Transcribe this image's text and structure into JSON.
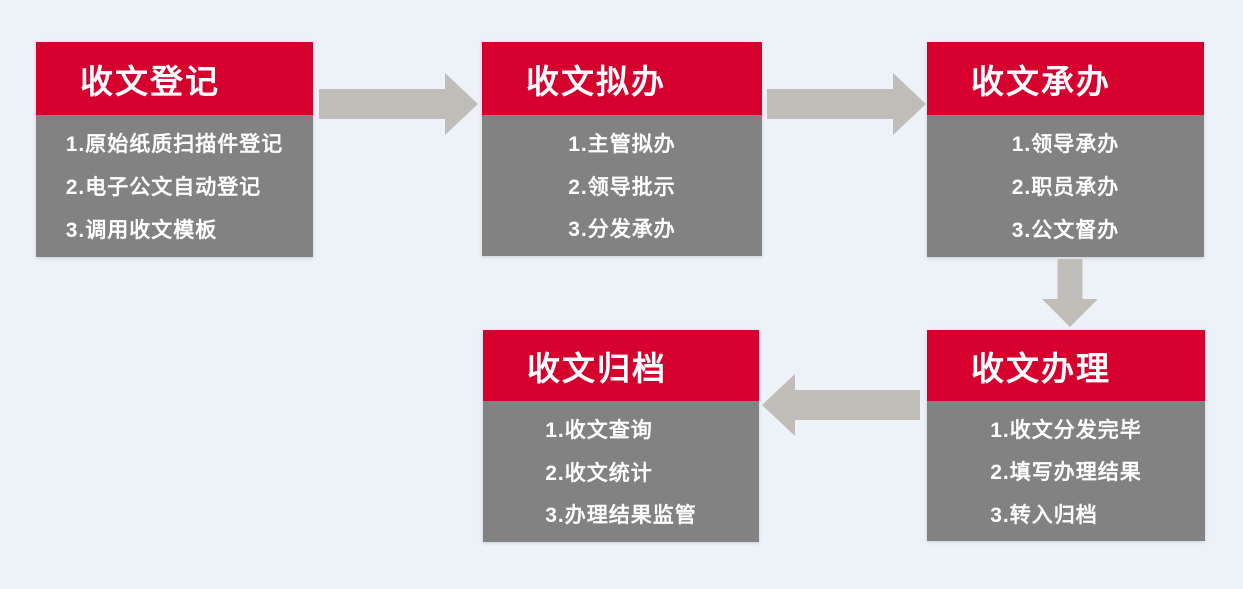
{
  "colors": {
    "background": "#edf1f8",
    "header_bg": "#d6002e",
    "body_bg": "#828282",
    "arrow": "#c0bdb9",
    "text": "#ffffff"
  },
  "boxes": [
    {
      "title": "收文登记",
      "items": [
        "1.原始纸质扫描件登记",
        "2.电子公文自动登记",
        "3.调用收文模板"
      ]
    },
    {
      "title": "收文拟办",
      "items": [
        "1.主管拟办",
        "2.领导批示",
        "3.分发承办"
      ]
    },
    {
      "title": "收文承办",
      "items": [
        "1.领导承办",
        "2.职员承办",
        "3.公文督办"
      ]
    },
    {
      "title": "收文办理",
      "items": [
        "1.收文分发完毕",
        "2.填写办理结果",
        "3.转入归档"
      ]
    },
    {
      "title": "收文归档",
      "items": [
        "1.收文查询",
        "2.收文统计",
        "3.办理结果监管"
      ]
    }
  ],
  "arrows": [
    {
      "name": "arrow-registration-to-drafting",
      "direction": "right"
    },
    {
      "name": "arrow-drafting-to-undertaking",
      "direction": "right"
    },
    {
      "name": "arrow-undertaking-to-handling",
      "direction": "down"
    },
    {
      "name": "arrow-handling-to-archiving",
      "direction": "left"
    }
  ]
}
